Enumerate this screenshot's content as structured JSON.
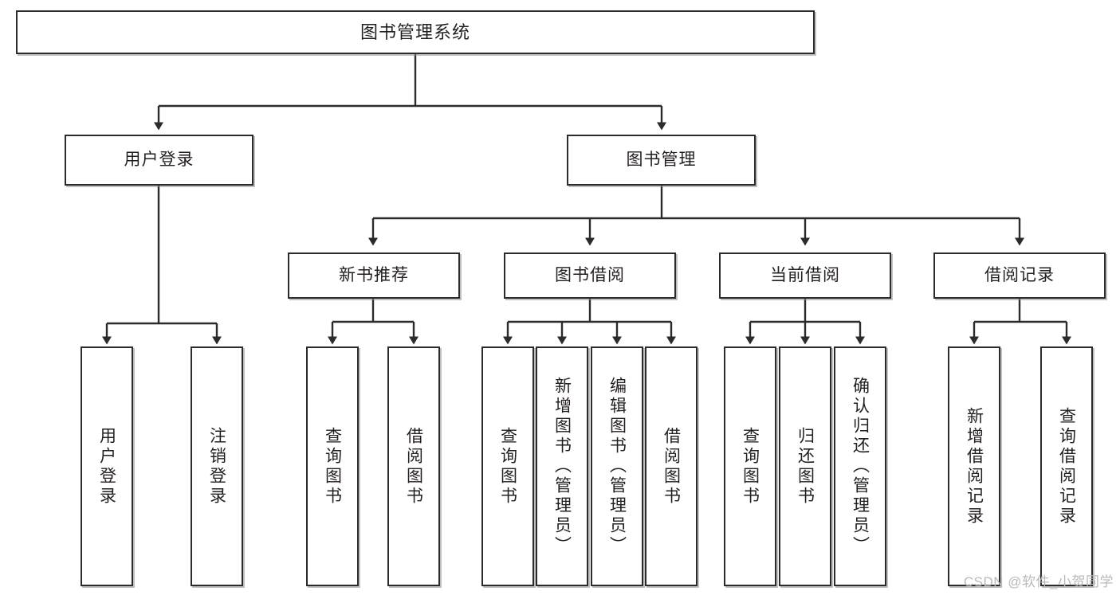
{
  "diagram": {
    "title": "图书管理系统",
    "type": "tree-hierarchy-chart",
    "root": {
      "label": "图书管理系统"
    },
    "level2": [
      {
        "label": "用户登录"
      },
      {
        "label": "图书管理"
      }
    ],
    "level3": [
      {
        "label": "新书推荐"
      },
      {
        "label": "图书借阅"
      },
      {
        "label": "当前借阅"
      },
      {
        "label": "借阅记录"
      }
    ],
    "leaves": {
      "user_login": [
        {
          "label": "用户登录"
        },
        {
          "label": "注销登录"
        }
      ],
      "new_book_recommend": [
        {
          "label": "查询图书"
        },
        {
          "label": "借阅图书"
        }
      ],
      "book_borrow": [
        {
          "label": "查询图书"
        },
        {
          "label": "新增图书（管理员）"
        },
        {
          "label": "编辑图书（管理员）"
        },
        {
          "label": "借阅图书"
        }
      ],
      "current_borrow": [
        {
          "label": "查询图书"
        },
        {
          "label": "归还图书"
        },
        {
          "label": "确认归还（管理员）"
        }
      ],
      "borrow_record": [
        {
          "label": "新增借阅记录"
        },
        {
          "label": "查询借阅记录"
        }
      ]
    }
  },
  "watermark": {
    "text": "CSDN @软件_小贺同学"
  },
  "colors": {
    "border": "#2b2b2b",
    "text": "#231f20",
    "background": "#ffffff",
    "watermark": "#b9b9b9"
  }
}
